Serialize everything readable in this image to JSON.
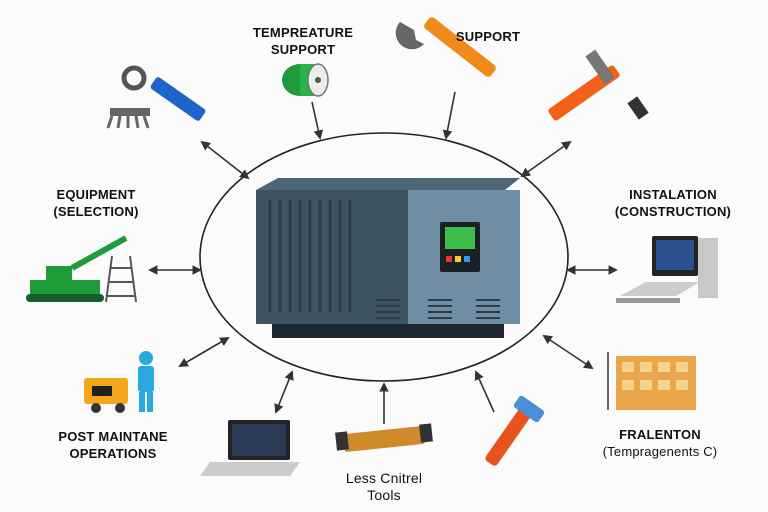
{
  "labels": {
    "temperature_support": {
      "line1": "TEMPREATURE",
      "line2": "SUPPORT"
    },
    "support": {
      "line1": "SUPPORT"
    },
    "equipment_selection": {
      "line1": "EQUIPMENT",
      "line2": "(SELECTION)"
    },
    "installation_construction": {
      "line1": "INSTALATION",
      "line2": "(CONSTRUCTION)"
    },
    "post_maintenance_operations": {
      "line1": "POST MAINTANE",
      "line2": "OPERATIONS"
    },
    "less_control_tools": {
      "line1": "Less Cnitrel",
      "line2": "Tools"
    },
    "fralenton": {
      "line1": "FRALENTON",
      "line2": "(Tempragenents C)"
    }
  },
  "colors": {
    "cabinet": "#5f7f93",
    "cabinet_dark": "#3e5463",
    "screen": "#3fbf4a",
    "wrench_blue": "#1f64c8",
    "orange": "#f07a12",
    "green_machine": "#1e9c3a",
    "arrow": "#333333"
  },
  "icons": [
    "rake-wrench-icon",
    "tape-roll-icon",
    "wrench-icon",
    "hammer-icon",
    "crane-icon",
    "computer-icon",
    "generator-person-icon",
    "laptop-icon",
    "cable-tool-icon",
    "hammer-tool-icon",
    "building-icon",
    "control-cabinet-icon"
  ]
}
